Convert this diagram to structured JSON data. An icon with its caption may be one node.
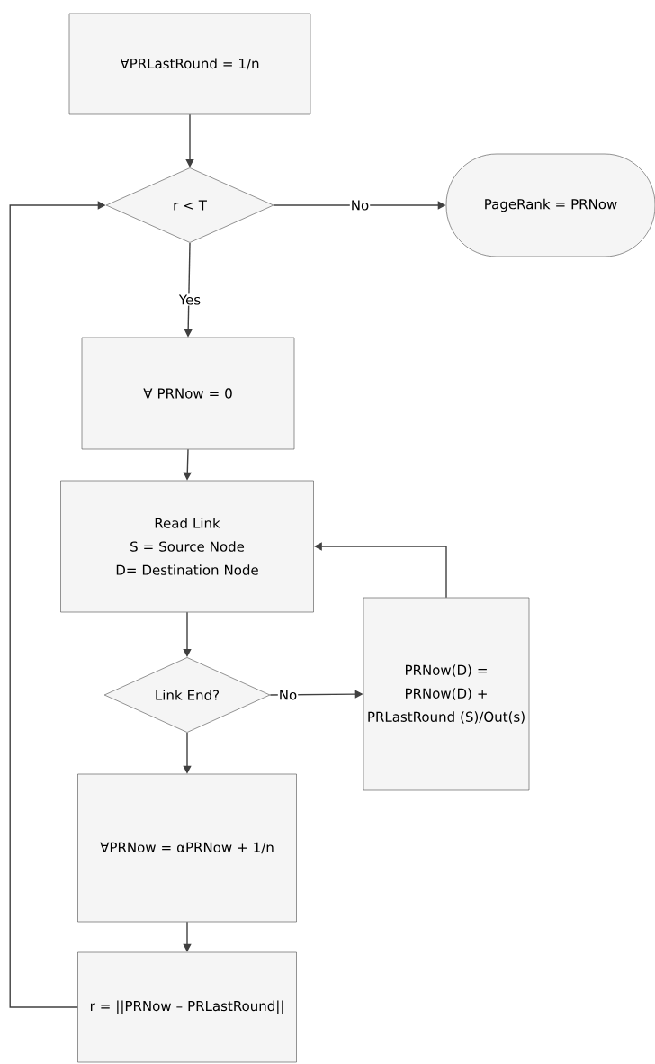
{
  "diagram": {
    "nodes": [
      {
        "text": [
          "∀PRLastRound = 1/n"
        ]
      },
      {
        "text": [
          "r < T"
        ]
      },
      {
        "text": [
          "PageRank = PRNow"
        ]
      },
      {
        "text": [
          "∀ PRNow = 0"
        ]
      },
      {
        "text": [
          "Read Link",
          "S = Source Node",
          "D= Destination Node"
        ]
      },
      {
        "text": [
          "Link End?"
        ]
      },
      {
        "text": [
          "PRNow(D) = PRNow(D) + PRLastRound (S)/Out(s)"
        ]
      },
      {
        "text": [
          "∀PRNow = αPRNow + 1/n"
        ]
      },
      {
        "text": [
          "r = ||PRNow – PRLastRound||"
        ]
      }
    ],
    "edges": [
      {
        "from": 0,
        "to": 1,
        "arrow": "to"
      },
      {
        "from": 1,
        "to": 2,
        "arrow": "to",
        "label": "No"
      },
      {
        "from": 1,
        "to": 3,
        "arrow": "to",
        "label": "Yes"
      },
      {
        "from": 3,
        "to": 4,
        "arrow": "to"
      },
      {
        "from": 4,
        "to": 5,
        "arrow": "to"
      },
      {
        "from": 5,
        "to": 6,
        "arrow": "to",
        "label": "No"
      },
      {
        "from": 6,
        "to": 4,
        "arrow": "to"
      },
      {
        "from": 5,
        "to": 7,
        "arrow": "to"
      },
      {
        "from": 7,
        "to": 8,
        "arrow": "to"
      },
      {
        "from": 8,
        "to": 1,
        "arrow": "to"
      }
    ]
  }
}
